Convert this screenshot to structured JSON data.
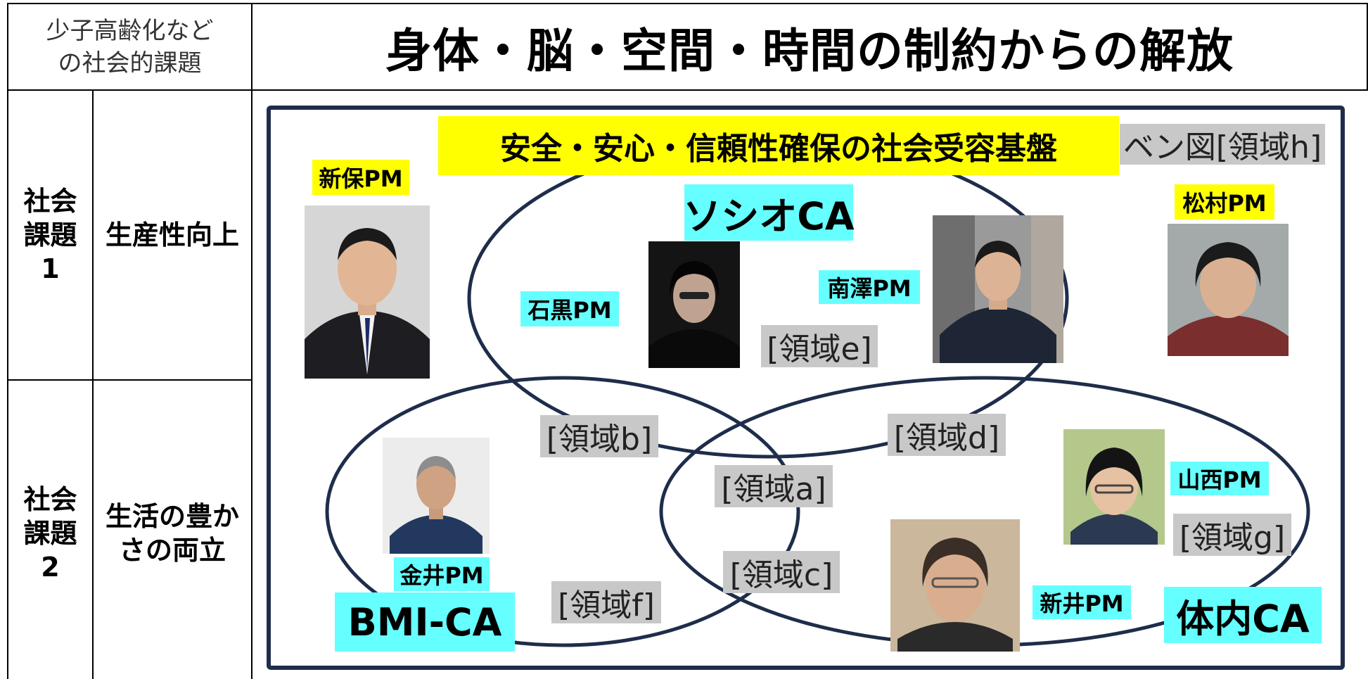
{
  "header": {
    "corner_line1": "少子高齢化など",
    "corner_line2": "の社会的課題",
    "title": "身体・脳・空間・時間の制約からの解放"
  },
  "rows": [
    {
      "issue_line1": "社会",
      "issue_line2": "課題",
      "issue_line3": "1",
      "theme": "生産性向上"
    },
    {
      "issue_line1": "社会",
      "issue_line2": "課題",
      "issue_line3": "2",
      "theme_line1": "生活の豊か",
      "theme_line2": "さの両立"
    }
  ],
  "diagram": {
    "banner": "安全・安心・信頼性確保の社会受容基盤",
    "venn_label": "ベン図[領域h]",
    "regions": {
      "a": "[領域a]",
      "b": "[領域b]",
      "c": "[領域c]",
      "d": "[領域d]",
      "e": "[領域e]",
      "f": "[領域f]",
      "g": "[領域g]"
    },
    "cas": {
      "soshio": "ソシオCA",
      "bmi": "BMI-CA",
      "tainai": "体内CA"
    },
    "pms": {
      "shinbo": "新保PM",
      "matsumura": "松村PM",
      "ishiguro": "石黒PM",
      "minamisawa": "南澤PM",
      "kanai": "金井PM",
      "yamanishi": "山西PM",
      "arai": "新井PM"
    },
    "colors": {
      "yellow": "#ffff00",
      "cyan": "#66ffff",
      "gray": "#c8c8c8",
      "frame": "#1e2d4a"
    }
  }
}
